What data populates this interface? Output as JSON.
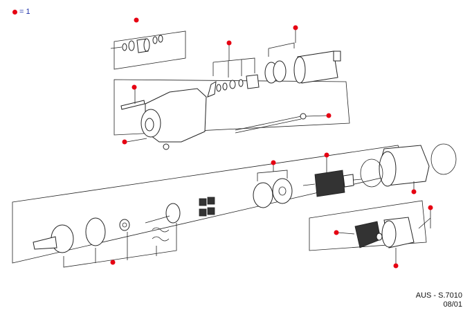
{
  "legend": {
    "marker_color": "#e60012",
    "label": "= 1"
  },
  "reference": {
    "code": "AUS - S.7010",
    "date": "08/01"
  },
  "marker_color": "#e60012",
  "text_color": "#1a2ea8"
}
